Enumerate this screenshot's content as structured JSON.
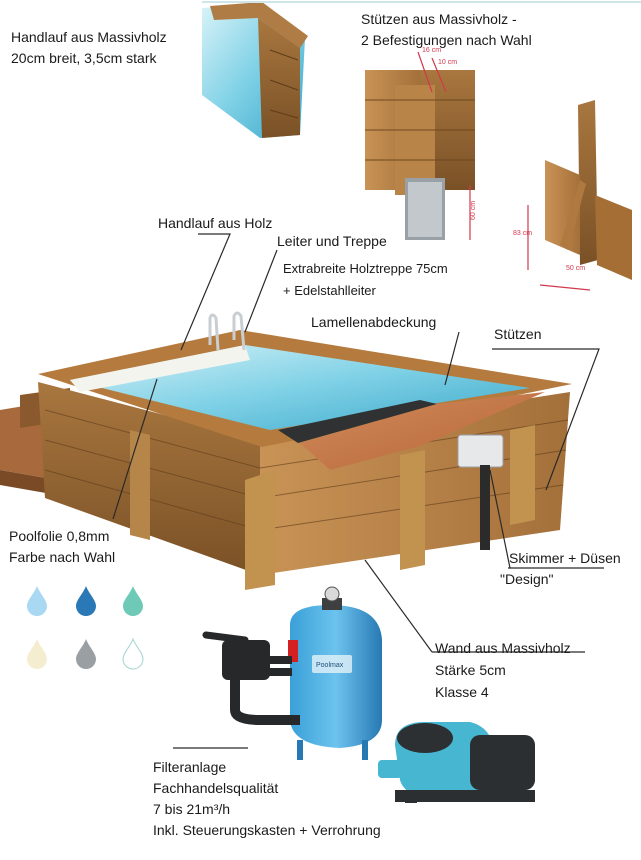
{
  "labels": {
    "handlauf_massiv_1": "Handlauf aus Massivholz",
    "handlauf_massiv_2": "20cm breit, 3,5cm stark",
    "stuetzen_massiv_1": "Stützen aus Massivholz -",
    "stuetzen_massiv_2": "2 Befestigungen nach Wahl",
    "handlauf_holz": "Handlauf aus Holz",
    "leiter_treppe": "Leiter und Treppe",
    "treppe_1": "Extrabreite Holztreppe 75cm",
    "treppe_2": "+ Edelstahlleiter",
    "lamellen": "Lamellenabdeckung",
    "stuetzen": "Stützen",
    "poolfolie_1": "Poolfolie 0,8mm",
    "poolfolie_2": "Farbe nach Wahl",
    "skimmer_1": "Skimmer + Düsen",
    "skimmer_2": "\"Design\"",
    "wand_1": "Wand aus Massivholz",
    "wand_2": "Stärke 5cm",
    "wand_3": "Klasse 4",
    "filter_1": "Filteranlage",
    "filter_2": "Fachhandelsqualität",
    "filter_3": "7 bis 21m³/h",
    "filter_4": "Inkl. Steuerungskasten + Verrohrung"
  },
  "dimensions": {
    "dim_16": "16 cm",
    "dim_10": "10 cm",
    "dim_60": "60 cm",
    "dim_83": "83 cm",
    "dim_50": "50 cm"
  },
  "filter_brand": "Poolmax",
  "color_swatches": [
    "#a9d8f2",
    "#2a78b5",
    "#6ec9b7",
    "#f5edcf",
    "#9a9fa3",
    "#ffffff"
  ]
}
